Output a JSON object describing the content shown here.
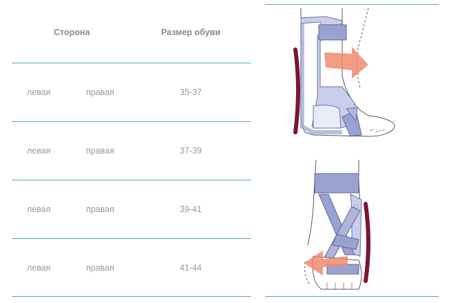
{
  "table": {
    "headers": {
      "side": "Сторона",
      "shoe_size": "Размер обуви"
    },
    "rows": [
      {
        "left": "левая",
        "right": "правая",
        "size": "35-37"
      },
      {
        "left": "левая",
        "right": "правая",
        "size": "37-39"
      },
      {
        "left": "левая",
        "right": "правая",
        "size": "39-41"
      },
      {
        "left": "левая",
        "right": "правая",
        "size": "41-44"
      }
    ]
  },
  "colors": {
    "divider": "#5aaab4",
    "brace": "#bcc4e4",
    "strap": "#9aa3cf",
    "arrow": "#f08a70",
    "pad": "#7a1535",
    "outline": "#555555"
  },
  "illustration": {
    "icons": [
      "side-view-ankle-brace",
      "front-view-ankle-brace"
    ]
  }
}
